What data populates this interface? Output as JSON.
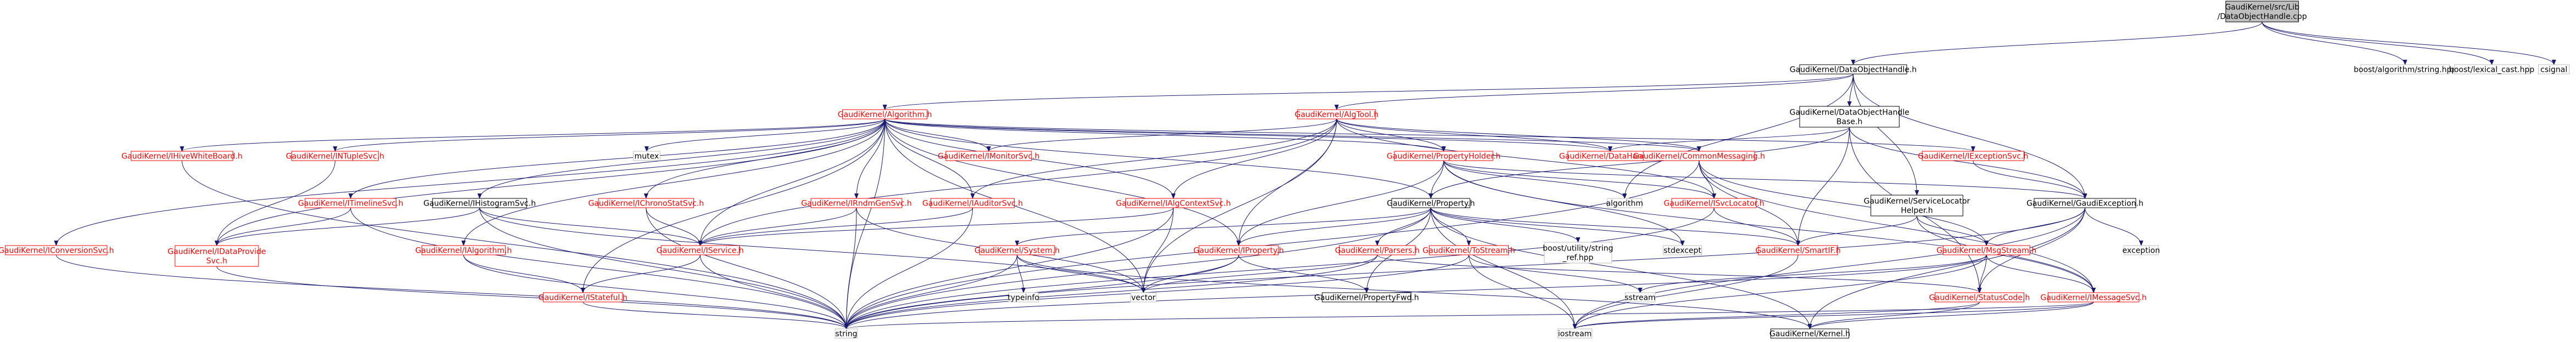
{
  "colors": {
    "edge": "#191970",
    "text_default": "#000000",
    "text_red": "#ff0000",
    "border_black": "#000000",
    "border_red": "#ff0000",
    "border_gray": "#bfbfbf",
    "root_fill": "#bfbfbf"
  },
  "nodes": [
    {
      "id": "root",
      "lines": [
        "GaudiKernel/src/Lib",
        "/DataObjectHandle.cpp"
      ],
      "style": "root"
    },
    {
      "id": "doh",
      "lines": [
        "GaudiKernel/DataObjectHandle.h"
      ],
      "style": "black"
    },
    {
      "id": "ais",
      "lines": [
        "boost/algorithm/string.hpp"
      ],
      "style": "none"
    },
    {
      "id": "lexc",
      "lines": [
        "boost/lexical_cast.hpp"
      ],
      "style": "none"
    },
    {
      "id": "csig",
      "lines": [
        "csignal"
      ],
      "style": "none"
    },
    {
      "id": "alg",
      "lines": [
        "GaudiKernel/Algorithm.h"
      ],
      "style": "red"
    },
    {
      "id": "algtool",
      "lines": [
        "GaudiKernel/AlgTool.h"
      ],
      "style": "red"
    },
    {
      "id": "dohb",
      "lines": [
        "GaudiKernel/DataObjectHandle",
        "Base.h"
      ],
      "style": "black"
    },
    {
      "id": "ihiveb",
      "lines": [
        "GaudiKernel/IHiveWhiteBoard.h"
      ],
      "style": "red"
    },
    {
      "id": "intuple",
      "lines": [
        "GaudiKernel/INTupleSvc.h"
      ],
      "style": "red"
    },
    {
      "id": "imon",
      "lines": [
        "GaudiKernel/IMonitorSvc.h"
      ],
      "style": "red"
    },
    {
      "id": "mutex",
      "lines": [
        "mutex"
      ],
      "style": "none"
    },
    {
      "id": "phold",
      "lines": [
        "GaudiKernel/PropertyHolder.h"
      ],
      "style": "red"
    },
    {
      "id": "dhandle",
      "lines": [
        "GaudiKernel/DataHandle.h"
      ],
      "style": "red"
    },
    {
      "id": "cmsg",
      "lines": [
        "GaudiKernel/CommonMessaging.h"
      ],
      "style": "red"
    },
    {
      "id": "iexc",
      "lines": [
        "GaudiKernel/IExceptionSvc.h"
      ],
      "style": "red"
    },
    {
      "id": "itime",
      "lines": [
        "GaudiKernel/ITimelineSvc.h"
      ],
      "style": "red"
    },
    {
      "id": "ihist",
      "lines": [
        "GaudiKernel/IHistogramSvc.h"
      ],
      "style": "black"
    },
    {
      "id": "ichrono",
      "lines": [
        "GaudiKernel/IChronoStatSvc.h"
      ],
      "style": "red"
    },
    {
      "id": "irndm",
      "lines": [
        "GaudiKernel/IRndmGenSvc.h"
      ],
      "style": "red"
    },
    {
      "id": "iaud",
      "lines": [
        "GaudiKernel/IAuditorSvc.h"
      ],
      "style": "red"
    },
    {
      "id": "iactx",
      "lines": [
        "GaudiKernel/IAlgContextSvc.h"
      ],
      "style": "red"
    },
    {
      "id": "prop",
      "lines": [
        "GaudiKernel/Property.h"
      ],
      "style": "black"
    },
    {
      "id": "algor",
      "lines": [
        "algorithm"
      ],
      "style": "none"
    },
    {
      "id": "isvcl",
      "lines": [
        "GaudiKernel/ISvcLocator.h"
      ],
      "style": "red"
    },
    {
      "id": "svcloch",
      "lines": [
        "GaudiKernel/ServiceLocator",
        "Helper.h"
      ],
      "style": "black"
    },
    {
      "id": "gexc",
      "lines": [
        "GaudiKernel/GaudiException.h"
      ],
      "style": "black"
    },
    {
      "id": "iconv",
      "lines": [
        "GaudiKernel/IConversionSvc.h"
      ],
      "style": "red"
    },
    {
      "id": "idp",
      "lines": [
        "GaudiKernel/IDataProvide",
        "Svc.h"
      ],
      "style": "red"
    },
    {
      "id": "ialgo",
      "lines": [
        "GaudiKernel/IAlgorithm.h"
      ],
      "style": "red"
    },
    {
      "id": "isvc",
      "lines": [
        "GaudiKernel/IService.h"
      ],
      "style": "red"
    },
    {
      "id": "sysh",
      "lines": [
        "GaudiKernel/System.h"
      ],
      "style": "red"
    },
    {
      "id": "iprop",
      "lines": [
        "GaudiKernel/IProperty.h"
      ],
      "style": "red"
    },
    {
      "id": "parse",
      "lines": [
        "GaudiKernel/Parsers.h"
      ],
      "style": "red"
    },
    {
      "id": "tostr",
      "lines": [
        "GaudiKernel/ToStream.h"
      ],
      "style": "red"
    },
    {
      "id": "bstr",
      "lines": [
        "boost/utility/string",
        "_ref.hpp"
      ],
      "style": "none"
    },
    {
      "id": "stdx",
      "lines": [
        "stdexcept"
      ],
      "style": "none"
    },
    {
      "id": "sptr",
      "lines": [
        "GaudiKernel/SmartIF.h"
      ],
      "style": "red"
    },
    {
      "id": "mstream",
      "lines": [
        "GaudiKernel/MsgStream.h"
      ],
      "style": "red"
    },
    {
      "id": "exception",
      "lines": [
        "exception"
      ],
      "style": "none"
    },
    {
      "id": "istat",
      "lines": [
        "GaudiKernel/IStateful.h"
      ],
      "style": "red"
    },
    {
      "id": "typeinfo",
      "lines": [
        "typeinfo"
      ],
      "style": "none"
    },
    {
      "id": "vector",
      "lines": [
        "vector"
      ],
      "style": "none"
    },
    {
      "id": "pfwd",
      "lines": [
        "GaudiKernel/PropertyFwd.h"
      ],
      "style": "black"
    },
    {
      "id": "sstream",
      "lines": [
        "sstream"
      ],
      "style": "none"
    },
    {
      "id": "scode",
      "lines": [
        "GaudiKernel/StatusCode.h"
      ],
      "style": "red"
    },
    {
      "id": "imsg",
      "lines": [
        "GaudiKernel/IMessageSvc.h"
      ],
      "style": "red"
    },
    {
      "id": "string",
      "lines": [
        "string"
      ],
      "style": "none"
    },
    {
      "id": "iostream",
      "lines": [
        "iostream"
      ],
      "style": "none"
    },
    {
      "id": "kernel",
      "lines": [
        "GaudiKernel/Kernel.h"
      ],
      "style": "black"
    }
  ],
  "edges": [
    [
      "root",
      "doh"
    ],
    [
      "root",
      "ais"
    ],
    [
      "root",
      "lexc"
    ],
    [
      "root",
      "csig"
    ],
    [
      "doh",
      "alg"
    ],
    [
      "doh",
      "algtool"
    ],
    [
      "doh",
      "dohb"
    ],
    [
      "doh",
      "gexc"
    ],
    [
      "doh",
      "svcloch"
    ],
    [
      "doh",
      "algor"
    ],
    [
      "alg",
      "ihiveb"
    ],
    [
      "alg",
      "intuple"
    ],
    [
      "alg",
      "imon"
    ],
    [
      "alg",
      "mutex"
    ],
    [
      "alg",
      "phold"
    ],
    [
      "alg",
      "dhandle"
    ],
    [
      "alg",
      "cmsg"
    ],
    [
      "alg",
      "iexc"
    ],
    [
      "alg",
      "itime"
    ],
    [
      "alg",
      "ihist"
    ],
    [
      "alg",
      "ichrono"
    ],
    [
      "alg",
      "irndm"
    ],
    [
      "alg",
      "iaud"
    ],
    [
      "alg",
      "iactx"
    ],
    [
      "alg",
      "iconv"
    ],
    [
      "alg",
      "idp"
    ],
    [
      "alg",
      "ialgo"
    ],
    [
      "alg",
      "isvc"
    ],
    [
      "alg",
      "istat"
    ],
    [
      "alg",
      "vector"
    ],
    [
      "alg",
      "string"
    ],
    [
      "alg",
      "iprop"
    ],
    [
      "alg",
      "prop"
    ],
    [
      "algtool",
      "imon"
    ],
    [
      "algtool",
      "phold"
    ],
    [
      "algtool",
      "cmsg"
    ],
    [
      "algtool",
      "dhandle"
    ],
    [
      "algtool",
      "iaud"
    ],
    [
      "algtool",
      "iactx"
    ],
    [
      "algtool",
      "isvcl"
    ],
    [
      "algtool",
      "iprop"
    ],
    [
      "algtool",
      "vector"
    ],
    [
      "algtool",
      "isvc"
    ],
    [
      "dohb",
      "dhandle"
    ],
    [
      "dohb",
      "prop"
    ],
    [
      "dohb",
      "sptr"
    ],
    [
      "dohb",
      "gexc"
    ],
    [
      "dohb",
      "scode"
    ],
    [
      "svcloch",
      "sptr"
    ],
    [
      "svcloch",
      "imsg"
    ],
    [
      "svcloch",
      "mstream"
    ],
    [
      "phold",
      "prop"
    ],
    [
      "phold",
      "iprop"
    ],
    [
      "phold",
      "algor"
    ],
    [
      "phold",
      "isvcl"
    ],
    [
      "phold",
      "gexc"
    ],
    [
      "phold",
      "stdx"
    ],
    [
      "phold",
      "imsg"
    ],
    [
      "cmsg",
      "sptr"
    ],
    [
      "cmsg",
      "mstream"
    ],
    [
      "cmsg",
      "imsg"
    ],
    [
      "cmsg",
      "isvcl"
    ],
    [
      "cmsg",
      "string"
    ],
    [
      "iexc",
      "gexc"
    ],
    [
      "itime",
      "idp"
    ],
    [
      "itime",
      "string"
    ],
    [
      "ihist",
      "isvc"
    ],
    [
      "ihist",
      "idp"
    ],
    [
      "ihist",
      "string"
    ],
    [
      "ihist",
      "vector"
    ],
    [
      "ichrono",
      "isvc"
    ],
    [
      "ichrono",
      "string"
    ],
    [
      "irndm",
      "isvc"
    ],
    [
      "irndm",
      "string"
    ],
    [
      "irndm",
      "vector"
    ],
    [
      "iaud",
      "isvc"
    ],
    [
      "iaud",
      "string"
    ],
    [
      "iactx",
      "isvc"
    ],
    [
      "iactx",
      "vector"
    ],
    [
      "iactx",
      "string"
    ],
    [
      "intuple",
      "idp"
    ],
    [
      "ihiveb",
      "string"
    ],
    [
      "iconv",
      "string"
    ],
    [
      "idp",
      "string"
    ],
    [
      "ialgo",
      "istat"
    ],
    [
      "ialgo",
      "string"
    ],
    [
      "isvc",
      "istat"
    ],
    [
      "isvc",
      "string"
    ],
    [
      "istat",
      "string"
    ],
    [
      "prop",
      "sysh"
    ],
    [
      "prop",
      "parse"
    ],
    [
      "prop",
      "tostr"
    ],
    [
      "prop",
      "bstr"
    ],
    [
      "prop",
      "stdx"
    ],
    [
      "prop",
      "pfwd"
    ],
    [
      "prop",
      "iprop"
    ],
    [
      "prop",
      "string"
    ],
    [
      "prop",
      "iostream"
    ],
    [
      "prop",
      "kernel"
    ],
    [
      "prop",
      "sptr"
    ],
    [
      "sysh",
      "typeinfo"
    ],
    [
      "sysh",
      "vector"
    ],
    [
      "sysh",
      "string"
    ],
    [
      "sysh",
      "kernel"
    ],
    [
      "iprop",
      "pfwd"
    ],
    [
      "iprop",
      "vector"
    ],
    [
      "iprop",
      "string"
    ],
    [
      "parse",
      "vector"
    ],
    [
      "parse",
      "string"
    ],
    [
      "parse",
      "scode"
    ],
    [
      "tostr",
      "sstream"
    ],
    [
      "tostr",
      "iostream"
    ],
    [
      "tostr",
      "string"
    ],
    [
      "isvcl",
      "sptr"
    ],
    [
      "isvcl",
      "string"
    ],
    [
      "gexc",
      "exception"
    ],
    [
      "gexc",
      "string"
    ],
    [
      "gexc",
      "scode"
    ],
    [
      "gexc",
      "iostream"
    ],
    [
      "gexc",
      "mstream"
    ],
    [
      "gexc",
      "kernel"
    ],
    [
      "mstream",
      "imsg"
    ],
    [
      "mstream",
      "sstream"
    ],
    [
      "mstream",
      "scode"
    ],
    [
      "mstream",
      "iostream"
    ],
    [
      "mstream",
      "string"
    ],
    [
      "scode",
      "kernel"
    ],
    [
      "scode",
      "iostream"
    ],
    [
      "imsg",
      "kernel"
    ],
    [
      "imsg",
      "iostream"
    ],
    [
      "imsg",
      "string"
    ],
    [
      "sptr",
      "iostream"
    ]
  ]
}
